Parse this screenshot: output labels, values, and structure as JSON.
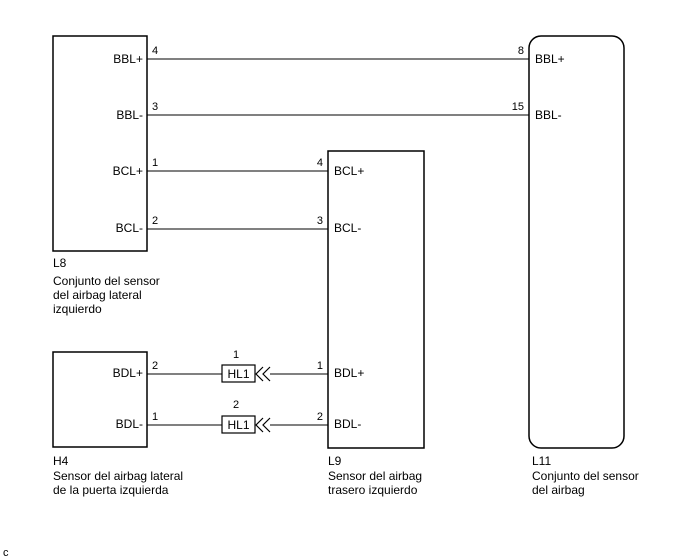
{
  "components": {
    "l8": {
      "code": "L8",
      "caption": [
        "Conjunto del sensor",
        "del airbag lateral",
        "izquierdo"
      ],
      "terminals": [
        "BBL+",
        "BBL-",
        "BCL+",
        "BCL-"
      ],
      "pins": [
        "4",
        "3",
        "1",
        "2"
      ]
    },
    "l11": {
      "code": "L11",
      "caption": [
        "Conjunto del sensor",
        "del airbag"
      ],
      "terminals": [
        "BBL+",
        "BBL-"
      ],
      "pins": [
        "8",
        "15"
      ]
    },
    "l9": {
      "code": "L9",
      "caption": [
        "Sensor del airbag",
        "trasero izquierdo"
      ],
      "terminals": [
        "BCL+",
        "BCL-",
        "BDL+",
        "BDL-"
      ],
      "pins": [
        "4",
        "3",
        "1",
        "2"
      ]
    },
    "h4": {
      "code": "H4",
      "caption": [
        "Sensor del airbag lateral",
        "de la puerta izquierda"
      ],
      "terminals": [
        "BDL+",
        "BDL-"
      ],
      "pins": [
        "2",
        "1"
      ]
    }
  },
  "connectors": [
    {
      "label": "HL1",
      "pin": "1"
    },
    {
      "label": "HL1",
      "pin": "2"
    }
  ],
  "corner_mark": "c"
}
